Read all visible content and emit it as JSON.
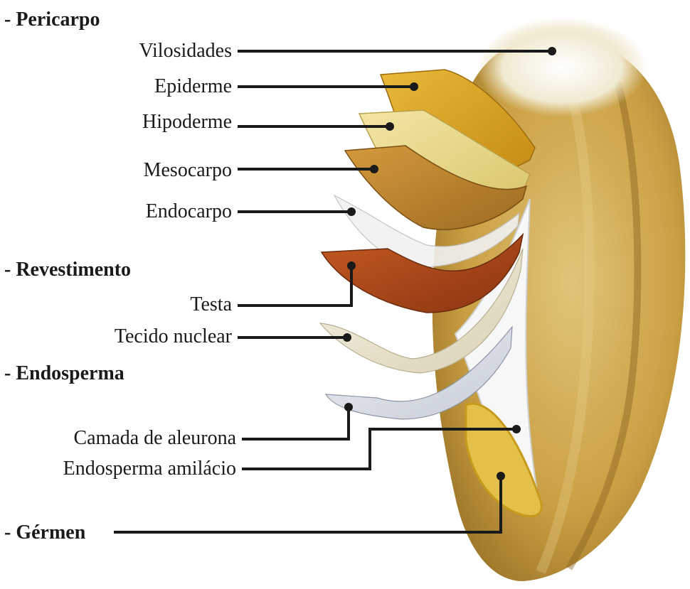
{
  "sections": {
    "pericarpo": "- Pericarpo",
    "revestimento": "- Revestimento",
    "endosperma": "- Endosperma",
    "germen": "- Gérmen"
  },
  "labels": {
    "vilosidades": "Vilosidades",
    "epiderme": "Epiderme",
    "hipoderme": "Hipoderme",
    "mesocarpo": "Mesocarpo",
    "endocarpo": "Endocarpo",
    "testa": "Testa",
    "tecido_nuclear": "Tecido nuclear",
    "camada_aleurona": "Camada de aleurona",
    "endosperma_amilacio": "Endosperma amilácio"
  },
  "colors": {
    "grain": "#c9a24a",
    "epiderme": "#d7a21d",
    "hipoderme": "#e8d98a",
    "mesocarpo": "#b9822c",
    "endocarpo": "#e6e6e6",
    "testa": "#a4461b",
    "tecido_nuclear": "#ece6d3",
    "aleurona": "#dfe3ea",
    "leader": "#1a1a1a"
  }
}
